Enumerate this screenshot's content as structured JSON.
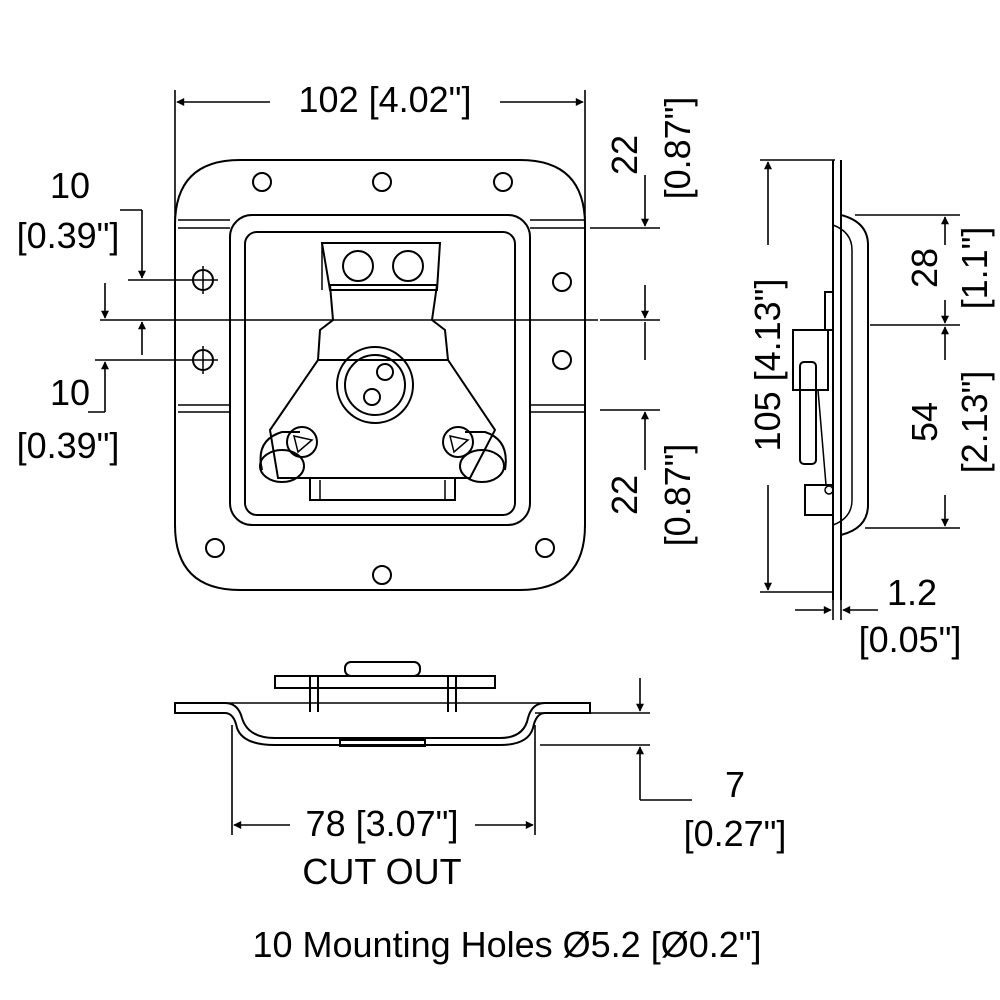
{
  "dimensions": {
    "overall_width": "102 [4.02\"]",
    "top_offset_mm": "22",
    "top_offset_in": "[0.87\"]",
    "bottom_offset_mm": "22",
    "bottom_offset_in": "[0.87\"]",
    "left_hole_upper_mm": "10",
    "left_hole_upper_in": "[0.39\"]",
    "left_hole_lower_mm": "10",
    "left_hole_lower_in": "[0.39\"]",
    "side_height": "105 [4.13\"]",
    "side_upper_mm": "28",
    "side_upper_in": "[1.1\"]",
    "side_lower_mm": "54",
    "side_lower_in": "[2.13\"]",
    "thickness_mm": "1.2",
    "thickness_in": "[0.05\"]",
    "depth_mm": "7",
    "depth_in": "[0.27\"]",
    "cutout_width": "78 [3.07\"]",
    "cutout_label": "CUT OUT"
  },
  "note": "10 Mounting Holes Ø5.2 [Ø0.2\"]"
}
